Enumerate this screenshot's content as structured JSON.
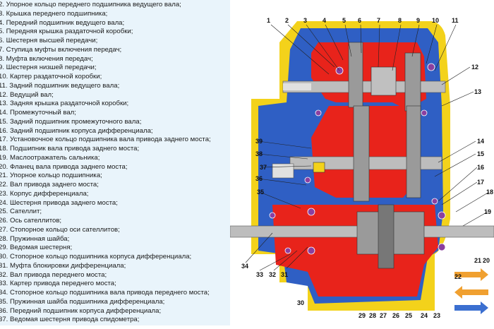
{
  "legend": [
    "2. Упорное кольцо переднего подшипника ведущего вала;",
    "3. Крышка переднего подшипника;",
    "4. Передний подшипник ведущего вала;",
    "5. Передняя крышка раздаточной коробки;",
    "6. Шестерня высшей передачи;",
    "7. Ступица муфты включения передач;",
    "8. Муфта включения передач;",
    "9. Шестерня низшей передачи;",
    "10. Картер раздаточной коробки;",
    "11. Задний подшипник ведущего вала;",
    "12. Ведущий вал;",
    "13. Задняя крышка раздаточной коробки;",
    "14. Промежуточный вал;",
    "15. Задний подшипник промежуточного вала;",
    "16. Задний подшипник корпуса дифференциала;",
    "17. Установочное кольцо подшипника вала привода заднего моста;",
    "18. Подшипник вала привода заднего моста;",
    "19. Маслоотражатель сальника;",
    "20. Фланец вала привода заднего моста;",
    "21. Упорное кольцо подшипника;",
    "22. Вал привода заднего моста;",
    "23. Корпус дифференциала;",
    "24. Шестерня привода заднего моста;",
    "25. Сателлит;",
    "26. Ось сателлитов;",
    "27. Стопорное кольцо оси сателлитов;",
    "28. Пружинная шайба;",
    "29. Ведомая шестерня;",
    "30. Стопорное кольцо подшипника корпуса дифференциала;",
    "31. Муфта блокировки дифференциала;",
    "32. Вал привода переднего моста;",
    "33. Картер привода переднего моста;",
    "34. Стопорное кольцо подшипника вала привода переднего моста;",
    "35. Пружинная шайба подшипника дифференциала;",
    "36. Передний подшипник корпуса дифференциала;",
    "37. Ведомая шестерня привода спидометра;"
  ],
  "callouts": [
    "1",
    "2",
    "3",
    "4",
    "5",
    "6",
    "7",
    "8",
    "9",
    "10",
    "11",
    "12",
    "13",
    "14",
    "15",
    "16",
    "17",
    "18",
    "19",
    "20",
    "21",
    "22",
    "23",
    "24",
    "25",
    "26",
    "27",
    "28",
    "29",
    "30",
    "31",
    "32",
    "33",
    "34",
    "35",
    "36",
    "37",
    "38",
    "39"
  ],
  "colors": {
    "legend_bg": "#e9f4fb",
    "housing_blue": "#2f5fc4",
    "oil_red": "#e8231b",
    "gear_gray": "#9a9a9a",
    "outer_yellow": "#f3d21b",
    "bearing_purple": "#8b3fa0",
    "arrow_orange": "#f0a030",
    "arrow_blue": "#3b6fd0"
  }
}
